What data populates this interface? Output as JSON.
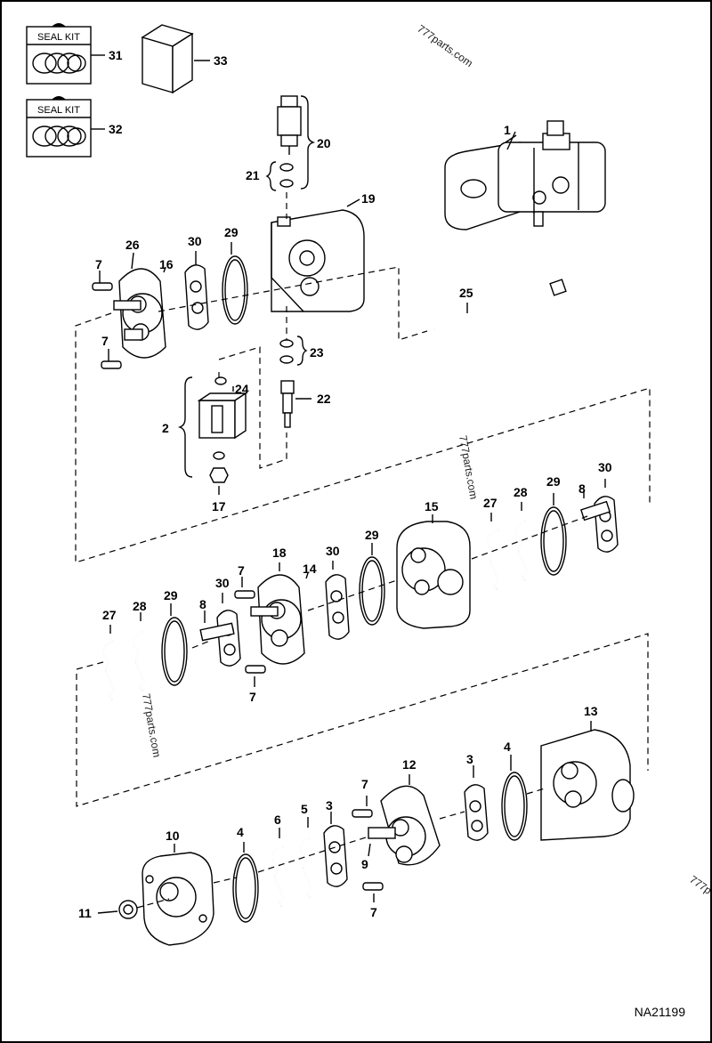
{
  "drawing_code": "NA21199",
  "kits": [
    {
      "label": "SEAL KIT",
      "number": "31"
    },
    {
      "label": "SEAL KIT",
      "number": "32"
    }
  ],
  "watermarks": [
    "777parts.com",
    "777parts.com",
    "777parts.com",
    "777p"
  ],
  "callouts": [
    "33",
    "1",
    "20",
    "21",
    "19",
    "26",
    "30",
    "29",
    "16",
    "7",
    "7",
    "25",
    "23",
    "24",
    "22",
    "2",
    "17",
    "15",
    "27",
    "28",
    "29",
    "30",
    "8",
    "18",
    "14",
    "30",
    "29",
    "7",
    "30",
    "8",
    "27",
    "28",
    "29",
    "7",
    "13",
    "12",
    "3",
    "4",
    "7",
    "10",
    "4",
    "6",
    "5",
    "3",
    "9",
    "11",
    "7"
  ]
}
